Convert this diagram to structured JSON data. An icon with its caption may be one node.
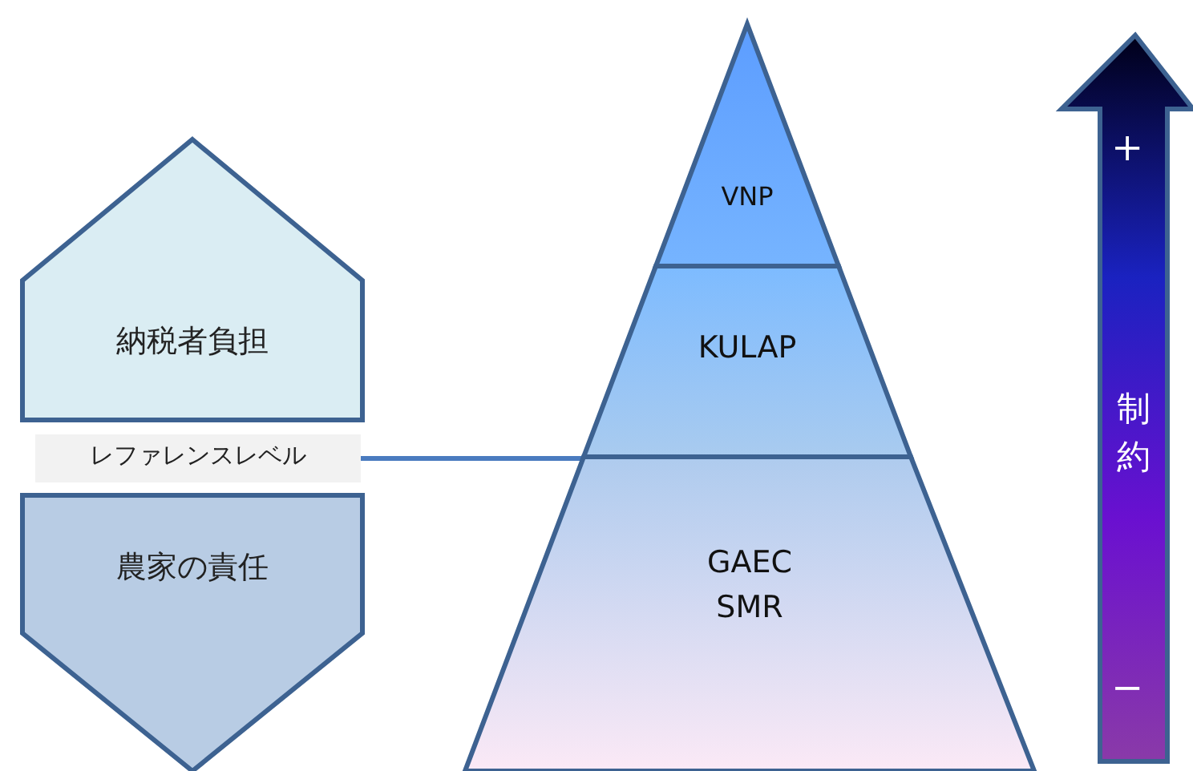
{
  "diagram": {
    "nodes": [
      {
        "text": [
          "納税者負担"
        ]
      },
      {
        "text": [
          "レファレンスレベル"
        ]
      },
      {
        "text": [
          "農家の責任"
        ]
      },
      {
        "text": [
          "VNP"
        ]
      },
      {
        "text": [
          "KULAP"
        ]
      },
      {
        "text": [
          "GAEC SMR"
        ]
      },
      {
        "text": [
          "+",
          "制約",
          "−"
        ]
      }
    ],
    "edges": [
      {
        "from": 1,
        "to": 5,
        "arrow": "none"
      }
    ]
  }
}
